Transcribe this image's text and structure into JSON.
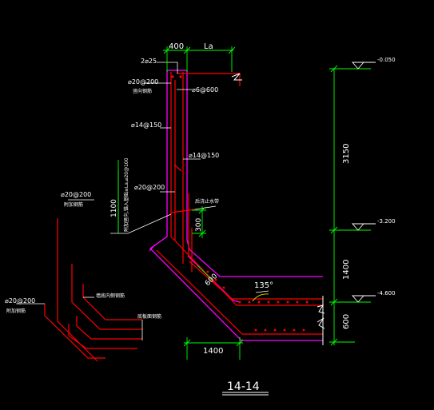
{
  "drawing": {
    "title": "14-14",
    "colors": {
      "background": "#000000",
      "concrete": "#ff00ff",
      "rebar": "#ff0000",
      "dimension": "#00ff00",
      "text": "#ffffff",
      "annotation": "#ffff00"
    },
    "dims": {
      "top_left": "400",
      "top_right": "La",
      "bottom": "1400",
      "vertical_1100": "1100",
      "small_300": "300",
      "diag_600": "600",
      "angle": "135°",
      "right_3150": "3150",
      "right_1400": "1400",
      "right_600": "600"
    },
    "elevations": {
      "top": "-0.050",
      "mid": "-3.200",
      "bottom": "-4.600"
    },
    "labels": {
      "bars_2d25": "2⌀25",
      "bar_d20_200_top": "⌀20@200",
      "bar_d20_200_top_note": "竖向钢筋",
      "bar_d6_600": "⌀6@600",
      "bar_d14_150_left": "⌀14@150",
      "bar_d14_150_right": "⌀14@150",
      "bar_d20_200_mid": "⌀20@200",
      "bar_d20_200_side": "⌀20@200",
      "bar_d20_200_side_note": "附加钢筋",
      "bar_d20_200_bottom": "⌀20@200",
      "bar_d20_200_bottom_note": "附加钢筋",
      "vertical_callout": "附加竖向,锚入基础≥La,⌀20@100",
      "slab_label": "后浇止水带",
      "inner_bar_label": "墙底内侧钢筋",
      "outer_bar_label": "底板面钢筋"
    }
  }
}
